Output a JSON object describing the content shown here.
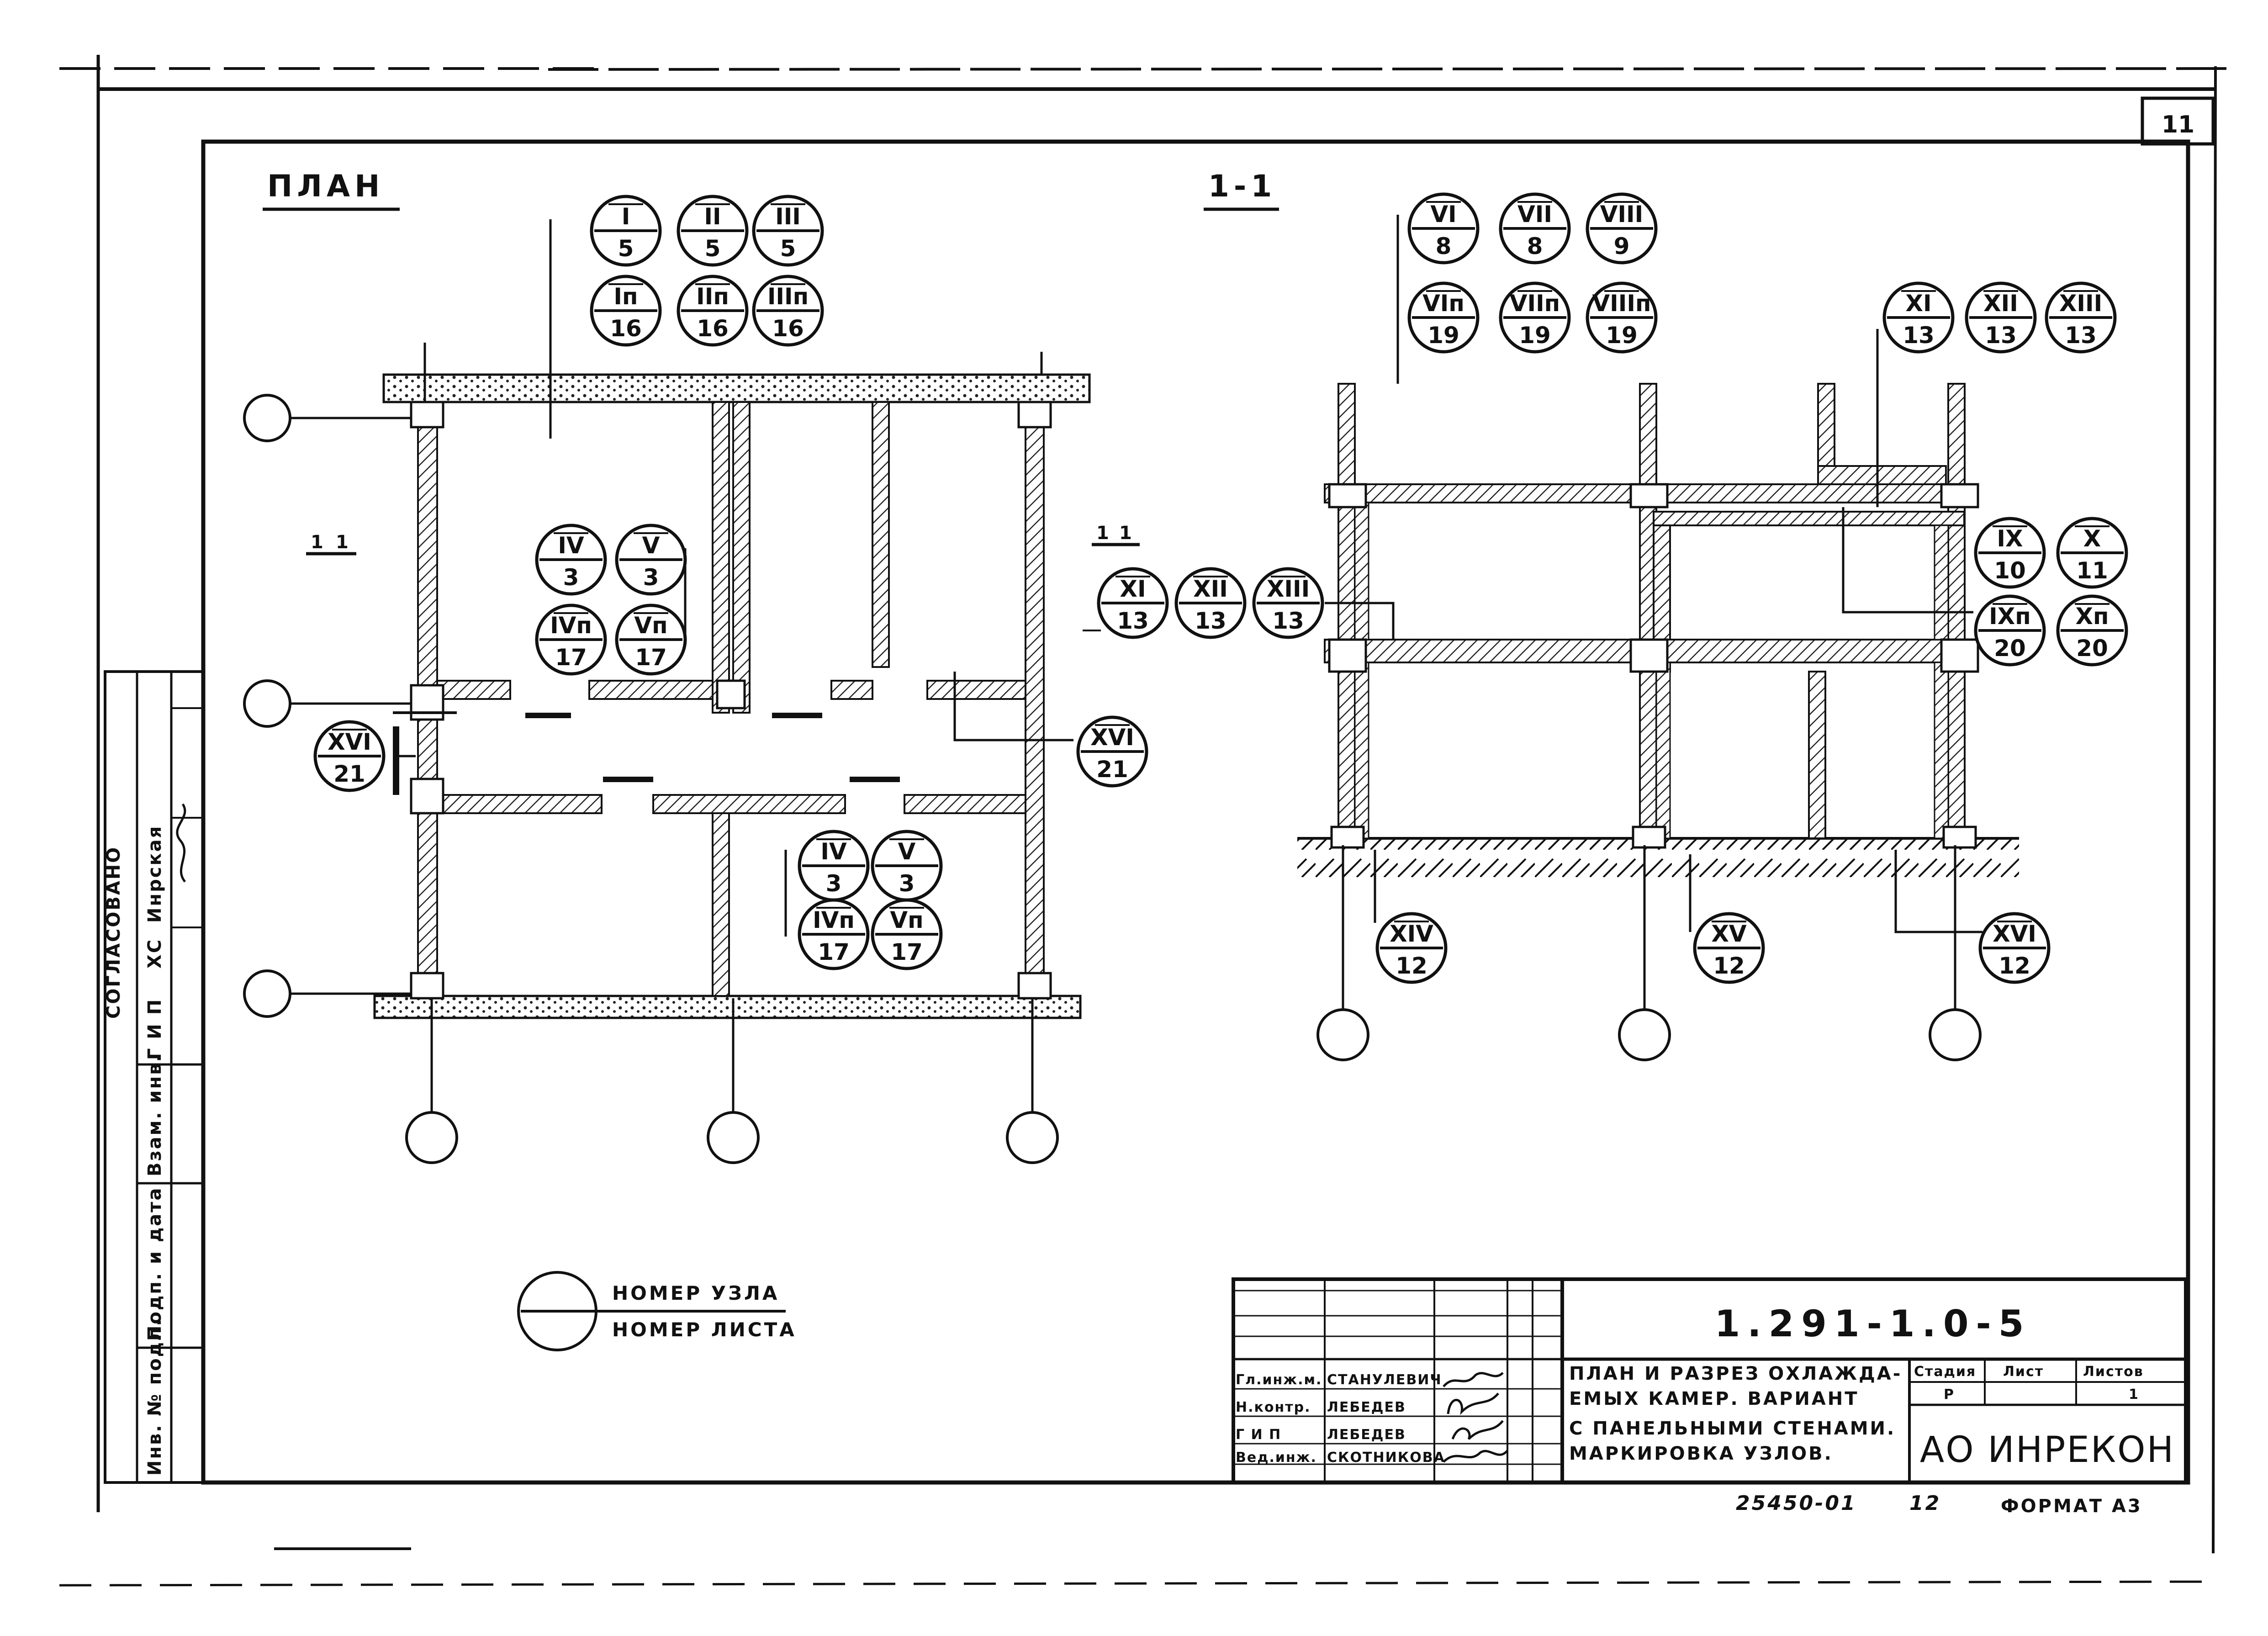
{
  "sheet": {
    "page_number": "11",
    "plan_title": "ПЛАН",
    "section_title": "1-1",
    "section_mark": "1"
  },
  "callouts": {
    "plan_top": [
      {
        "node": "I",
        "sheet": "5"
      },
      {
        "node": "II",
        "sheet": "5"
      },
      {
        "node": "III",
        "sheet": "5"
      },
      {
        "node": "Iп",
        "sheet": "16"
      },
      {
        "node": "IIп",
        "sheet": "16"
      },
      {
        "node": "IIIп",
        "sheet": "16"
      }
    ],
    "plan_room1": [
      {
        "node": "IV",
        "sheet": "3"
      },
      {
        "node": "V",
        "sheet": "3"
      },
      {
        "node": "IVп",
        "sheet": "17"
      },
      {
        "node": "Vп",
        "sheet": "17"
      }
    ],
    "plan_room2": [
      {
        "node": "IV",
        "sheet": "3"
      },
      {
        "node": "V",
        "sheet": "3"
      },
      {
        "node": "IVп",
        "sheet": "17"
      },
      {
        "node": "Vп",
        "sheet": "17"
      }
    ],
    "plan_left": {
      "node": "XVI",
      "sheet": "21"
    },
    "plan_right": {
      "node": "XVI",
      "sheet": "21"
    },
    "plan_mid": [
      {
        "node": "XI",
        "sheet": "13"
      },
      {
        "node": "XII",
        "sheet": "13"
      },
      {
        "node": "XIII",
        "sheet": "13"
      }
    ],
    "section_top": [
      {
        "node": "VI",
        "sheet": "8"
      },
      {
        "node": "VII",
        "sheet": "8"
      },
      {
        "node": "VIII",
        "sheet": "9"
      },
      {
        "node": "VIп",
        "sheet": "19"
      },
      {
        "node": "VIIп",
        "sheet": "19"
      },
      {
        "node": "VIIIп",
        "sheet": "19"
      }
    ],
    "section_topright": [
      {
        "node": "XI",
        "sheet": "13"
      },
      {
        "node": "XII",
        "sheet": "13"
      },
      {
        "node": "XIII",
        "sheet": "13"
      }
    ],
    "section_right": [
      {
        "node": "IX",
        "sheet": "10"
      },
      {
        "node": "X",
        "sheet": "11"
      },
      {
        "node": "IXп",
        "sheet": "20"
      },
      {
        "node": "Xп",
        "sheet": "20"
      }
    ],
    "section_bottom": [
      {
        "node": "XIV",
        "sheet": "12"
      },
      {
        "node": "XV",
        "sheet": "12"
      },
      {
        "node": "XVI",
        "sheet": "12"
      }
    ]
  },
  "legend": {
    "top": "НОМЕР УЗЛА",
    "bottom": "НОМЕР ЛИСТА"
  },
  "side_stamp": {
    "agreed": "СОГЛАСОВАНО",
    "gip": "Г И П",
    "xc": "ХС",
    "name": "Инрская",
    "inv_orig": "Инв. № подл.",
    "sign_date": "Подп. и дата",
    "inv_replace": "Взам. инв."
  },
  "title_block": {
    "doc_number": "1.291-1.0-5",
    "description": [
      "ПЛАН И РАЗРЕЗ ОХЛАЖДА-",
      "ЕМЫХ КАМЕР. ВАРИАНТ",
      "С ПАНЕЛЬНЫМИ СТЕНАМИ.",
      "МАРКИРОВКА УЗЛОВ."
    ],
    "headers": {
      "stage": "Стадия",
      "sheet": "Лист",
      "sheets": "Листов"
    },
    "values": {
      "stage": "Р",
      "sheet": "",
      "sheets": "1"
    },
    "organization": "АО ИНРЕКОН",
    "staff": [
      {
        "role": "Гл.инж.м.",
        "name": "СТАНУЛЕВИЧ"
      },
      {
        "role": "Н.контр.",
        "name": "ЛЕБЕДЕВ"
      },
      {
        "role": "Г И П",
        "name": "ЛЕБЕДЕВ"
      },
      {
        "role": "Вед.инж.",
        "name": "СКОТНИКОВА"
      }
    ]
  },
  "footer": {
    "code": "25450-01",
    "page": "12",
    "format": "ФОРМАТ А3"
  }
}
